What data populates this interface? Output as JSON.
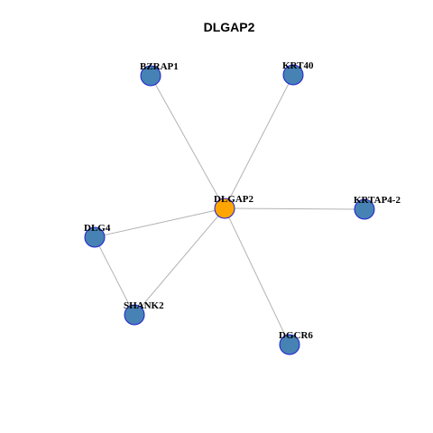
{
  "graph": {
    "title": "DLGAP2",
    "colors": {
      "hub_fill": "#FFA500",
      "node_fill": "#4682B4",
      "node_border": "#1F1FD1",
      "edge": "#B3B3B3"
    },
    "nodes": [
      {
        "id": "DLGAP2",
        "label": "DLGAP2",
        "hub": true
      },
      {
        "id": "BZRAP1",
        "label": "BZRAP1",
        "hub": false
      },
      {
        "id": "KRT40",
        "label": "KRT40",
        "hub": false
      },
      {
        "id": "KRTAP4-2",
        "label": "KRTAP4-2",
        "hub": false
      },
      {
        "id": "DLG4",
        "label": "DLG4",
        "hub": false
      },
      {
        "id": "SHANK2",
        "label": "SHANK2",
        "hub": false
      },
      {
        "id": "DGCR6",
        "label": "DGCR6",
        "hub": false
      }
    ],
    "edges": [
      {
        "source": "DLGAP2",
        "target": "BZRAP1"
      },
      {
        "source": "DLGAP2",
        "target": "KRT40"
      },
      {
        "source": "DLGAP2",
        "target": "KRTAP4-2"
      },
      {
        "source": "DLGAP2",
        "target": "DLG4"
      },
      {
        "source": "DLGAP2",
        "target": "SHANK2"
      },
      {
        "source": "DLGAP2",
        "target": "DGCR6"
      },
      {
        "source": "DLG4",
        "target": "SHANK2"
      }
    ]
  }
}
